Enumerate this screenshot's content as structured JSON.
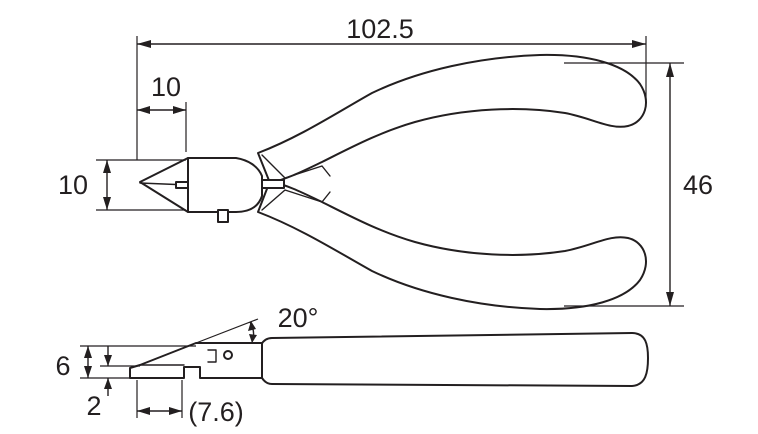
{
  "dimensions": {
    "overall_length": "102.5",
    "jaw_length": "10",
    "jaw_opening": "10",
    "handle_spread": "46",
    "jaw_angle": "20°",
    "head_thickness": "6",
    "tip_thickness": "2",
    "tip_length": "(7.6)"
  },
  "colors": {
    "line": "#231f20",
    "background": "#ffffff"
  }
}
